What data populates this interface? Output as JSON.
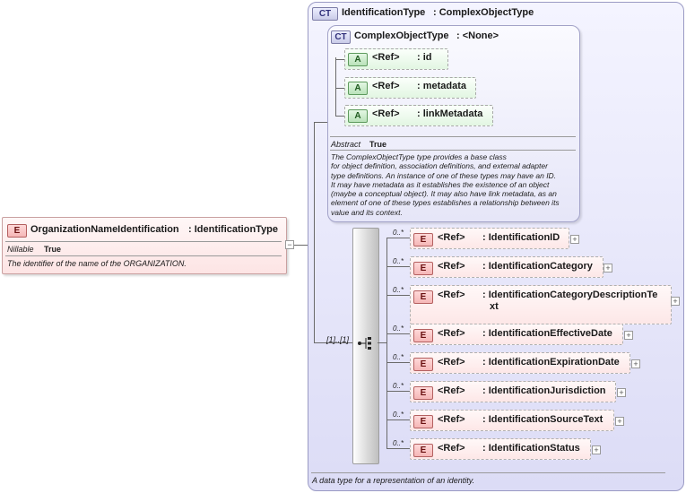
{
  "root_element": {
    "tag": "E",
    "name": "OrganizationNameIdentification",
    "type": ": IdentificationType",
    "nillable_label": "Nillable",
    "nillable_value": "True",
    "doc": "The identifier of the name of the ORGANIZATION.",
    "collapse_symbol": "−"
  },
  "outer_type": {
    "tag": "CT",
    "name": "IdentificationType",
    "base": ": ComplexObjectType",
    "doc": "A data type for a representation of an identity."
  },
  "inner_type": {
    "tag": "CT",
    "name": "ComplexObjectType",
    "base": ": <None>",
    "attributes": [
      {
        "tag": "A",
        "ref": "<Ref>",
        "name": ": id"
      },
      {
        "tag": "A",
        "ref": "<Ref>",
        "name": ": metadata"
      },
      {
        "tag": "A",
        "ref": "<Ref>",
        "name": ": linkMetadata"
      }
    ],
    "abstract_label": "Abstract",
    "abstract_value": "True",
    "doc_lines": [
      "The ComplexObjectType type provides a base class",
      "for object definition, association definitions, and external adapter",
      "type definitions. An instance of one of these types may have an ID.",
      "It may have metadata as it establishes the existence of an object",
      "(maybe a conceptual object). It may also have link metadata, as an",
      "element of one of these types establishes a relationship between its",
      "value and its context."
    ]
  },
  "sequence": {
    "cardinality": "[1]..[1]",
    "icon": "sequence-icon"
  },
  "children": [
    {
      "tag": "E",
      "card": "0..*",
      "ref": "<Ref>",
      "name": ": IdentificationID"
    },
    {
      "tag": "E",
      "card": "0..*",
      "ref": "<Ref>",
      "name": ": IdentificationCategory"
    },
    {
      "tag": "E",
      "card": "0..*",
      "ref": "<Ref>",
      "name": ": IdentificationCategoryDescriptionTe",
      "name2": "xt"
    },
    {
      "tag": "E",
      "card": "0..*",
      "ref": "<Ref>",
      "name": ": IdentificationEffectiveDate"
    },
    {
      "tag": "E",
      "card": "0..*",
      "ref": "<Ref>",
      "name": ": IdentificationExpirationDate"
    },
    {
      "tag": "E",
      "card": "0..*",
      "ref": "<Ref>",
      "name": ": IdentificationJurisdiction"
    },
    {
      "tag": "E",
      "card": "0..*",
      "ref": "<Ref>",
      "name": ": IdentificationSourceText"
    },
    {
      "tag": "E",
      "card": "0..*",
      "ref": "<Ref>",
      "name": ": IdentificationStatus"
    }
  ],
  "expand_symbol": "+"
}
